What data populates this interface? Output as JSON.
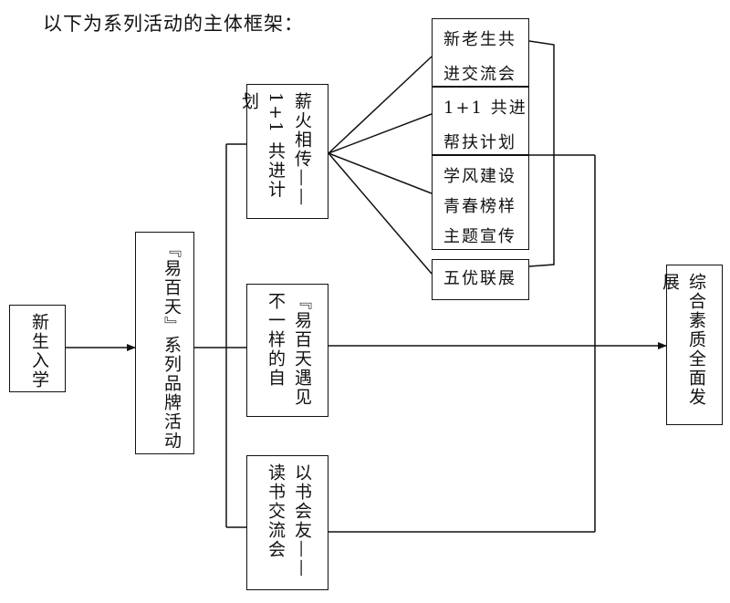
{
  "title": "以下为系列活动的主体框架：",
  "nodes": {
    "freshman": "新生入学",
    "brand": "『易百天』系列品牌活动",
    "xinhuo": "薪火相传——1+1 共进计划",
    "meet": "『易百天遇见不一样的自",
    "reading": "以书会友——读书交流会",
    "exchange": "新老生共进交流会",
    "help": "1+1 共进帮扶计划",
    "study": "学风建设青春榜样主题宣传",
    "wuyou": "五优联展",
    "result": "综合素质全面发展"
  }
}
